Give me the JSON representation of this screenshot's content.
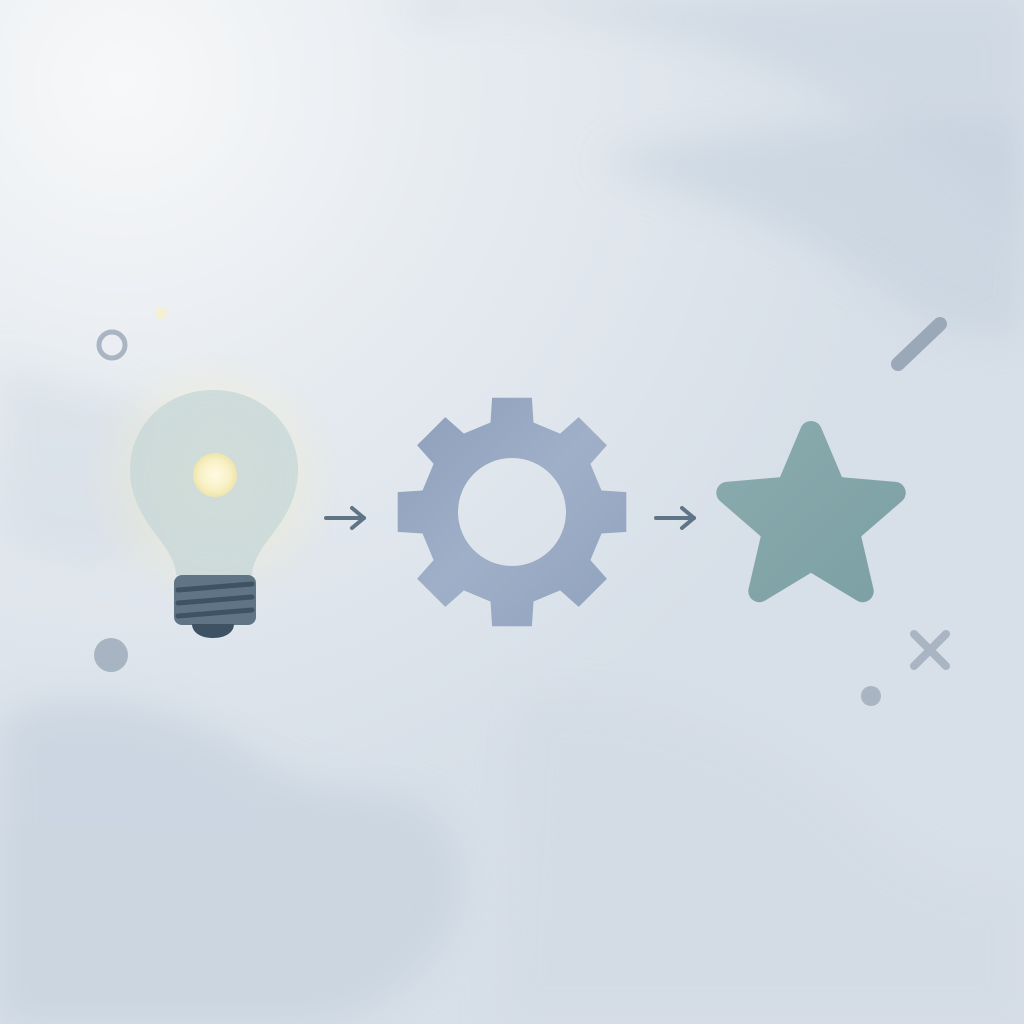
{
  "scene": {
    "description_items": [
      {
        "name": "lightbulb",
        "icon": "lightbulb-icon"
      },
      {
        "name": "arrow",
        "icon": "arrow-right-icon"
      },
      {
        "name": "gear",
        "icon": "gear-icon"
      },
      {
        "name": "arrow",
        "icon": "arrow-right-icon"
      },
      {
        "name": "star",
        "icon": "star-icon"
      }
    ],
    "decorations": [
      "ring-icon",
      "dot-icon",
      "dash-icon",
      "x-mark-icon"
    ]
  },
  "colors": {
    "background": "#dde4ec",
    "background_light": "#f1f3f5",
    "wash_dark": "#c4d0dc",
    "bulb_glass": "#c9d8d8",
    "bulb_glow": "#f7f1c8",
    "bulb_base": "#5f7485",
    "bulb_base_dark": "#3f5264",
    "gear": "#8fa1bd",
    "star": "#7fa3a6",
    "arrow": "#5f7485",
    "decoration": "#9aa8b8"
  }
}
